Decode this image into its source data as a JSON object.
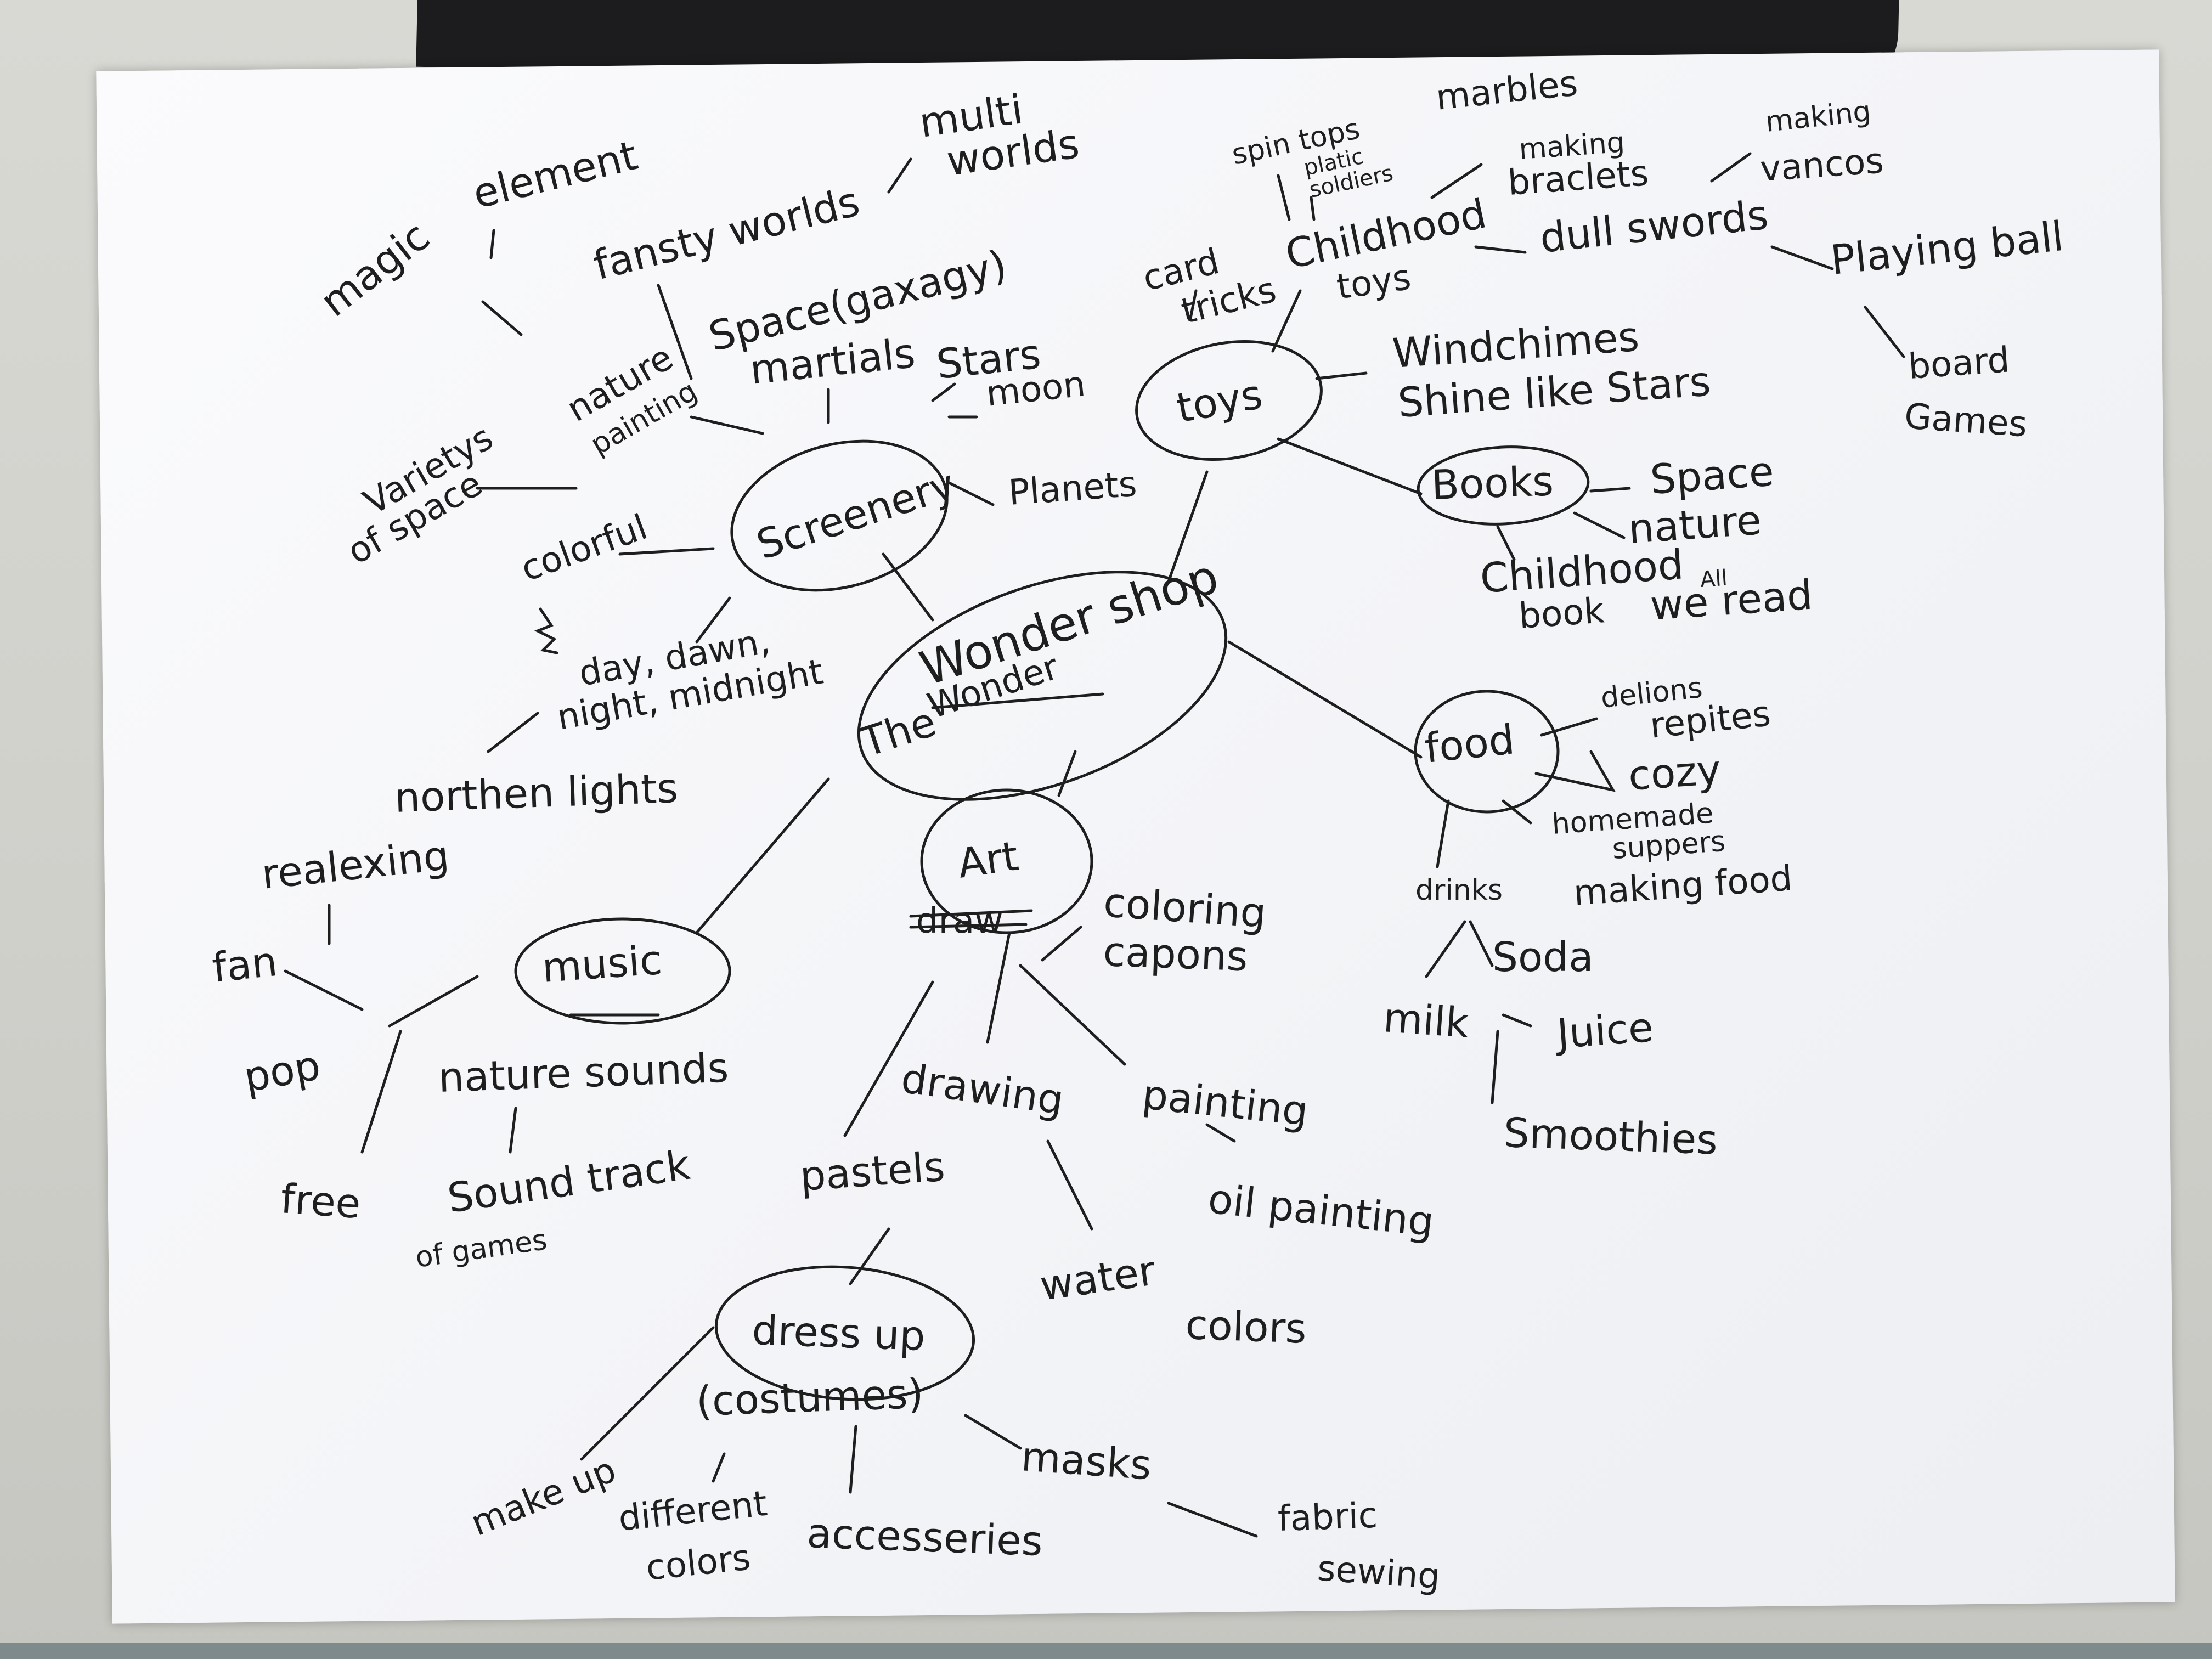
{
  "center": {
    "text": "Wonder shop",
    "prefix": "The",
    "struck": "Wonder"
  },
  "branches": {
    "scenery": {
      "label": "Screenery",
      "items": [
        "magic",
        "element",
        "fansty worlds",
        "multi",
        "worlds",
        "Space(gaxagy)",
        "martials",
        "Stars",
        "moon",
        "nature",
        "painting",
        "Varietys",
        "of space",
        "colorful",
        "Planets",
        "day, dawn,",
        "night, midnight",
        "northen lights"
      ]
    },
    "toys": {
      "label": "toys",
      "items": [
        "spin tops",
        "platic",
        "soldiers",
        "marbles",
        "making",
        "braclets",
        "making",
        "vancos",
        "card",
        "tricks",
        "Childhood",
        "toys",
        "dull swords",
        "Playing ball",
        "board",
        "Games",
        "Windchimes",
        "Shine like Stars"
      ]
    },
    "books": {
      "label": "Books",
      "items": [
        "Space",
        "nature",
        "Childhood",
        "book",
        "All",
        "we read"
      ]
    },
    "food": {
      "label": "food",
      "items": [
        "delions",
        "repites",
        "cozy",
        "homemade",
        "suppers",
        "drinks",
        "making food",
        "Soda",
        "milk",
        "Juice",
        "Smoothies"
      ]
    },
    "art": {
      "label": "Art",
      "struck": "draw",
      "items": [
        "coloring",
        "capons",
        "drawing",
        "painting",
        "pastels",
        "oil painting",
        "water",
        "colors"
      ]
    },
    "music": {
      "label": "music",
      "items": [
        "realexing",
        "fan",
        "pop",
        "free",
        "nature sounds",
        "Sound track",
        "of games"
      ]
    },
    "dressup": {
      "label": "dress up",
      "sub": "(costumes)",
      "items": [
        "masks",
        "make up",
        "different",
        "colors",
        "accesseries",
        "fabric",
        "sewing"
      ]
    }
  }
}
